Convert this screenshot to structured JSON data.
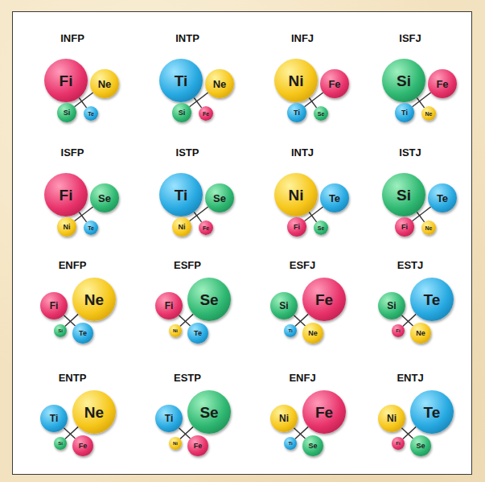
{
  "diagram": {
    "nodes": [
      {
        "text": [
          "Fi"
        ]
      },
      {
        "text": [
          "Ne"
        ]
      },
      {
        "text": [
          "Si"
        ]
      },
      {
        "text": [
          "Te"
        ]
      },
      {
        "text": [
          "Ti"
        ]
      },
      {
        "text": [
          "Ne"
        ]
      },
      {
        "text": [
          "Si"
        ]
      },
      {
        "text": [
          "Fe"
        ]
      },
      {
        "text": [
          "Ni"
        ]
      },
      {
        "text": [
          "Fe"
        ]
      },
      {
        "text": [
          "Ti"
        ]
      },
      {
        "text": [
          "Se"
        ]
      },
      {
        "text": [
          "Si"
        ]
      },
      {
        "text": [
          "Fe"
        ]
      },
      {
        "text": [
          "Ti"
        ]
      },
      {
        "text": [
          "Ne"
        ]
      },
      {
        "text": [
          "Fi"
        ]
      },
      {
        "text": [
          "Se"
        ]
      },
      {
        "text": [
          "Ni"
        ]
      },
      {
        "text": [
          "Te"
        ]
      },
      {
        "text": [
          "Ti"
        ]
      },
      {
        "text": [
          "Se"
        ]
      },
      {
        "text": [
          "Ni"
        ]
      },
      {
        "text": [
          "Fe"
        ]
      },
      {
        "text": [
          "Ni"
        ]
      },
      {
        "text": [
          "Te"
        ]
      },
      {
        "text": [
          "Fi"
        ]
      },
      {
        "text": [
          "Se"
        ]
      },
      {
        "text": [
          "Si"
        ]
      },
      {
        "text": [
          "Te"
        ]
      },
      {
        "text": [
          "Fi"
        ]
      },
      {
        "text": [
          "Ne"
        ]
      },
      {
        "text": [
          "Fi"
        ]
      },
      {
        "text": [
          "Ne"
        ]
      },
      {
        "text": [
          "Si"
        ]
      },
      {
        "text": [
          "Te"
        ]
      },
      {
        "text": [
          "Fi"
        ]
      },
      {
        "text": [
          "Se"
        ]
      },
      {
        "text": [
          "Ni"
        ]
      },
      {
        "text": [
          "Te"
        ]
      },
      {
        "text": [
          "Si"
        ]
      },
      {
        "text": [
          "Fe"
        ]
      },
      {
        "text": [
          "Ti"
        ]
      },
      {
        "text": [
          "Ne"
        ]
      },
      {
        "text": [
          "Si"
        ]
      },
      {
        "text": [
          "Te"
        ]
      },
      {
        "text": [
          "Fi"
        ]
      },
      {
        "text": [
          "Ne"
        ]
      },
      {
        "text": [
          "Ti"
        ]
      },
      {
        "text": [
          "Ne"
        ]
      },
      {
        "text": [
          "Si"
        ]
      },
      {
        "text": [
          "Fe"
        ]
      },
      {
        "text": [
          "Ti"
        ]
      },
      {
        "text": [
          "Se"
        ]
      },
      {
        "text": [
          "Ni"
        ]
      },
      {
        "text": [
          "Fe"
        ]
      },
      {
        "text": [
          "Ni"
        ]
      },
      {
        "text": [
          "Fe"
        ]
      },
      {
        "text": [
          "Ti"
        ]
      },
      {
        "text": [
          "Se"
        ]
      },
      {
        "text": [
          "Ni"
        ]
      },
      {
        "text": [
          "Te"
        ]
      },
      {
        "text": [
          "Fi"
        ]
      },
      {
        "text": [
          "Se"
        ]
      }
    ],
    "edges": [
      {
        "from": 0,
        "to": 3,
        "arrow": "none"
      },
      {
        "from": 1,
        "to": 2,
        "arrow": "none"
      },
      {
        "from": 4,
        "to": 7,
        "arrow": "none"
      },
      {
        "from": 5,
        "to": 6,
        "arrow": "none"
      },
      {
        "from": 8,
        "to": 11,
        "arrow": "none"
      },
      {
        "from": 9,
        "to": 10,
        "arrow": "none"
      },
      {
        "from": 12,
        "to": 15,
        "arrow": "none"
      },
      {
        "from": 13,
        "to": 14,
        "arrow": "none"
      },
      {
        "from": 16,
        "to": 19,
        "arrow": "none"
      },
      {
        "from": 17,
        "to": 18,
        "arrow": "none"
      },
      {
        "from": 20,
        "to": 23,
        "arrow": "none"
      },
      {
        "from": 21,
        "to": 22,
        "arrow": "none"
      },
      {
        "from": 24,
        "to": 27,
        "arrow": "none"
      },
      {
        "from": 25,
        "to": 26,
        "arrow": "none"
      },
      {
        "from": 28,
        "to": 31,
        "arrow": "none"
      },
      {
        "from": 29,
        "to": 30,
        "arrow": "none"
      },
      {
        "from": 32,
        "to": 35,
        "arrow": "none"
      },
      {
        "from": 33,
        "to": 34,
        "arrow": "none"
      },
      {
        "from": 36,
        "to": 39,
        "arrow": "none"
      },
      {
        "from": 37,
        "to": 38,
        "arrow": "none"
      },
      {
        "from": 40,
        "to": 43,
        "arrow": "none"
      },
      {
        "from": 41,
        "to": 42,
        "arrow": "none"
      },
      {
        "from": 44,
        "to": 47,
        "arrow": "none"
      },
      {
        "from": 45,
        "to": 46,
        "arrow": "none"
      },
      {
        "from": 48,
        "to": 51,
        "arrow": "none"
      },
      {
        "from": 49,
        "to": 50,
        "arrow": "none"
      },
      {
        "from": 52,
        "to": 55,
        "arrow": "none"
      },
      {
        "from": 53,
        "to": 54,
        "arrow": "none"
      },
      {
        "from": 56,
        "to": 59,
        "arrow": "none"
      },
      {
        "from": 57,
        "to": 58,
        "arrow": "none"
      },
      {
        "from": 60,
        "to": 63,
        "arrow": "none"
      },
      {
        "from": 61,
        "to": 62,
        "arrow": "none"
      }
    ],
    "labels": [
      "INFP",
      "INTP",
      "INFJ",
      "ISFJ",
      "ISFP",
      "ISTP",
      "INTJ",
      "ISTJ",
      "ENFP",
      "ESFP",
      "ESFJ",
      "ESTJ",
      "ENTP",
      "ESTP",
      "ENFJ",
      "ENTJ"
    ]
  }
}
